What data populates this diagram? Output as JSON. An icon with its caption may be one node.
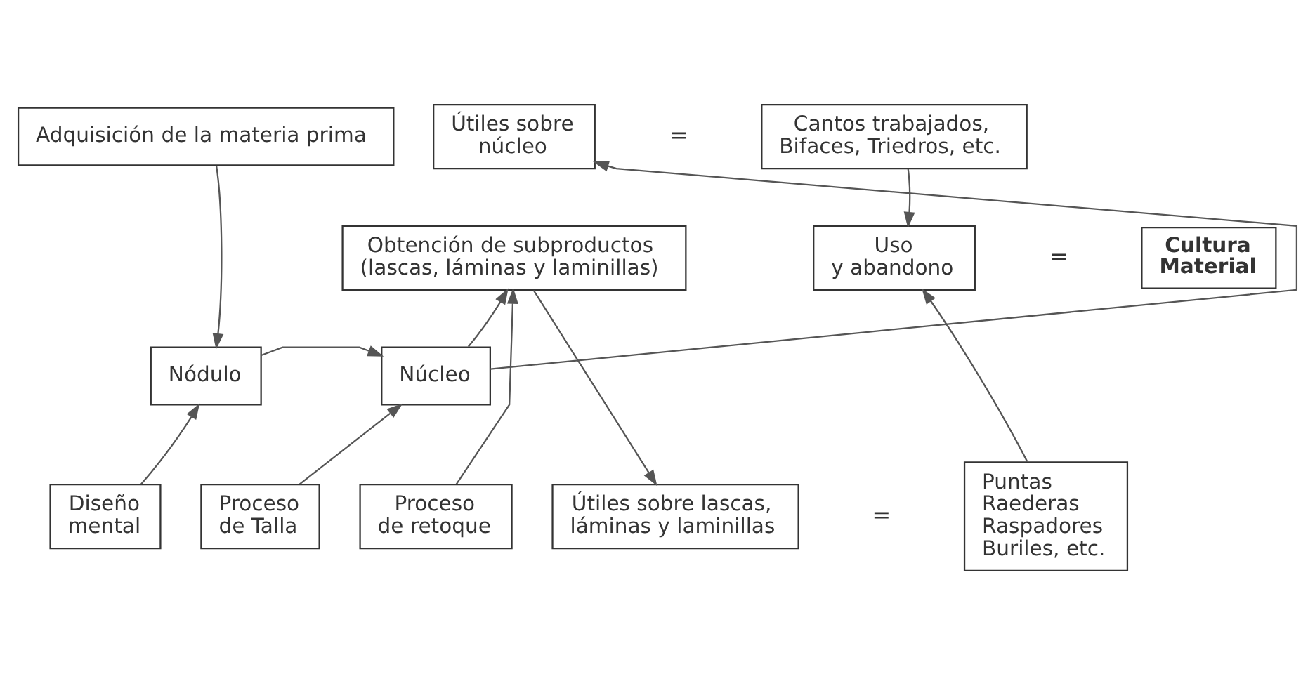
{
  "diagram": {
    "nodes": [
      {
        "text": [
          "Adquisición de la materia prima"
        ]
      },
      {
        "text": [
          "Útiles sobre núcleo"
        ]
      },
      {
        "text": [
          "Cantos trabajados, Bifaces, Triedros, etc."
        ]
      },
      {
        "text": [
          "Obtención de subproductos (lascas, láminas y laminillas)"
        ]
      },
      {
        "text": [
          "Uso y abandono"
        ]
      },
      {
        "text": [
          "Cultura Material"
        ]
      },
      {
        "text": [
          "Nódulo"
        ]
      },
      {
        "text": [
          "Núcleo"
        ]
      },
      {
        "text": [
          "Diseño mental"
        ]
      },
      {
        "text": [
          "Proceso de Talla"
        ]
      },
      {
        "text": [
          "Proceso de retoque"
        ]
      },
      {
        "text": [
          "Útiles sobre lascas, láminas y laminillas"
        ]
      },
      {
        "text": [
          "Puntas Raederas Raspadores Buriles, etc."
        ]
      }
    ],
    "edges": [
      {
        "from": 0,
        "to": 6,
        "arrow": "to"
      },
      {
        "from": 8,
        "to": 6,
        "arrow": "to"
      },
      {
        "from": 6,
        "to": 7,
        "arrow": "to"
      },
      {
        "from": 9,
        "to": 7,
        "arrow": "to"
      },
      {
        "from": 7,
        "to": 1,
        "arrow": "to"
      },
      {
        "from": 7,
        "to": 3,
        "arrow": "to"
      },
      {
        "from": 10,
        "to": 3,
        "arrow": "to"
      },
      {
        "from": 3,
        "to": 11,
        "arrow": "to"
      },
      {
        "from": 2,
        "to": 4,
        "arrow": "to"
      },
      {
        "from": 12,
        "to": 4,
        "arrow": "to"
      }
    ],
    "labels": [
      "=",
      "=",
      "="
    ]
  }
}
